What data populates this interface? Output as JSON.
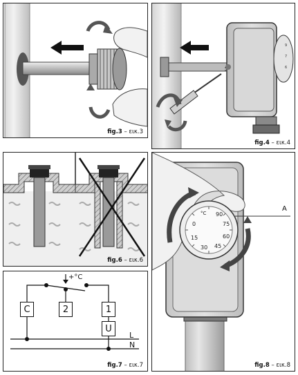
{
  "figures": [
    {
      "id": "fig3",
      "caption_bold": "fig.3",
      "caption_rest": " – εικ.3"
    },
    {
      "id": "fig4",
      "caption_bold": "fig.4",
      "caption_rest": " – εικ.4"
    },
    {
      "id": "fig6",
      "caption_bold": "fig.6",
      "caption_rest": " – εικ.6"
    },
    {
      "id": "fig7",
      "caption_bold": "fig.7",
      "caption_rest": " – εικ.7"
    },
    {
      "id": "fig8",
      "caption_bold": "fig.8",
      "caption_rest": " – εικ.8"
    }
  ],
  "fig7": {
    "boxes": [
      "C",
      "2",
      "1",
      "U"
    ],
    "temp_label": "+°C",
    "line_L": "L",
    "line_N": "N"
  },
  "fig8": {
    "callout": "A",
    "dial_marks": [
      "30",
      "45",
      "60",
      "75",
      "90",
      "15",
      "0",
      "°C"
    ]
  },
  "icons": {
    "arrow": "filled-arrow-icon",
    "rotate": "rotation-arrows-icon",
    "cross": "x-mark-icon"
  }
}
